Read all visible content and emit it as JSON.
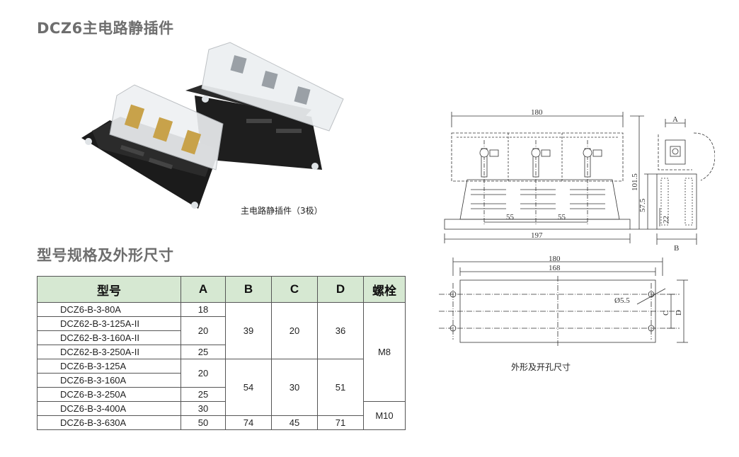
{
  "title": "DCZ6主电路静插件",
  "photo_caption": "主电路静插件（3极）",
  "table_title": "型号规格及外形尺寸",
  "table": {
    "headers": [
      "型号",
      "A",
      "B",
      "C",
      "D",
      "螺栓"
    ],
    "models": [
      "DCZ6-B-3-80A",
      "DCZ62-B-3-125A-II",
      "DCZ62-B-3-160A-II",
      "DCZ62-B-3-250A-II",
      "DCZ6-B-3-125A",
      "DCZ6-B-3-160A",
      "DCZ6-B-3-250A",
      "DCZ6-B-3-400A",
      "DCZ6-B-3-630A"
    ],
    "A_values": [
      "18",
      "20",
      "25",
      "20",
      "25",
      "30",
      "50"
    ],
    "B_values": [
      "39",
      "54",
      "74"
    ],
    "C_values": [
      "20",
      "30",
      "45"
    ],
    "D_values": [
      "36",
      "51",
      "71"
    ],
    "bolt_values": [
      "M8",
      "M10"
    ]
  },
  "drawing_front": {
    "dim_top": "180",
    "dim_bottom": "197",
    "dim_55_left": "55",
    "dim_55_right": "55",
    "dim_height": "101.5"
  },
  "drawing_side": {
    "label_a": "A",
    "label_b": "B",
    "dim_57_5": "57.5",
    "dim_22": "22"
  },
  "drawing_bottom": {
    "dim_180": "180",
    "dim_168": "168",
    "hole": "Ø5.5",
    "label_c": "C",
    "label_d": "D"
  },
  "drawing_caption": "外形及开孔尺寸"
}
